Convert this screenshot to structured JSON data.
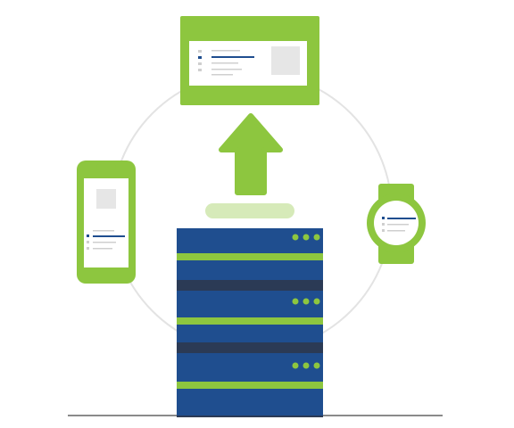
{
  "illustration": {
    "subject": "server-syncing-to-devices",
    "devices": [
      "desktop-monitor",
      "smartphone",
      "smartwatch"
    ],
    "server_units": 3,
    "indicator_lights_per_unit": 3,
    "arrow_direction": "up"
  },
  "colors": {
    "accent_green": "#8dc63f",
    "light_green": "#d6eab9",
    "server_blue": "#1f4e8f",
    "server_dark": "#2b3a55",
    "screen_white": "#ffffff",
    "placeholder_gray": "#e6e6e6",
    "line_gray": "#cfcfcf",
    "ring_gray": "#e3e3e3",
    "ground_gray": "#8a8a8a",
    "active_line_blue": "#1f4e8f"
  }
}
